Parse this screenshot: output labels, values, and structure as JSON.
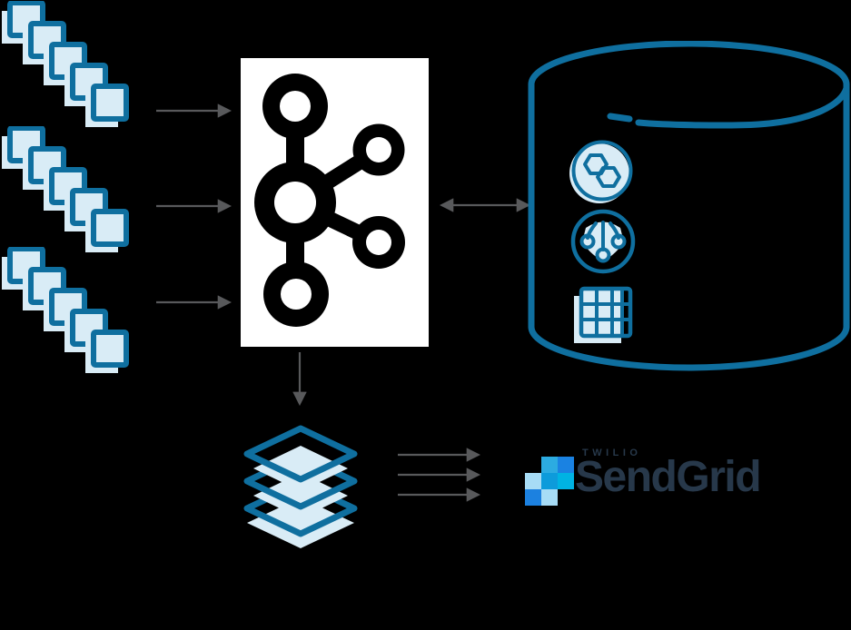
{
  "theme": {
    "black": "#000000",
    "white": "#ffffff",
    "blue": "#0f6f9f",
    "light": "#d9ecf6",
    "arrow": "#58595b",
    "slate": "#27384a",
    "sg1": "#2cabe1",
    "sg2": "#1a82e2",
    "sg3": "#a7dcf6",
    "sg4": "#0d9bdb",
    "sg5": "#00b3e3",
    "sg6": "#1c81e0",
    "sg7": "#a7dcf6"
  },
  "nodes": {
    "sources": {
      "icon": "blockchain-cascade-icon",
      "count": 3
    },
    "broker": {
      "icon": "kafka-icon"
    },
    "datastore": {
      "icon": "database-cylinder-icon",
      "badges": [
        "hexagon-link-icon",
        "brain-circuit-icon",
        "data-table-icon"
      ]
    },
    "processor": {
      "icon": "layers-icon"
    },
    "notifier": {
      "icon": "sendgrid-logo",
      "label_small": "TWILIO",
      "label_large": "SendGrid"
    }
  }
}
